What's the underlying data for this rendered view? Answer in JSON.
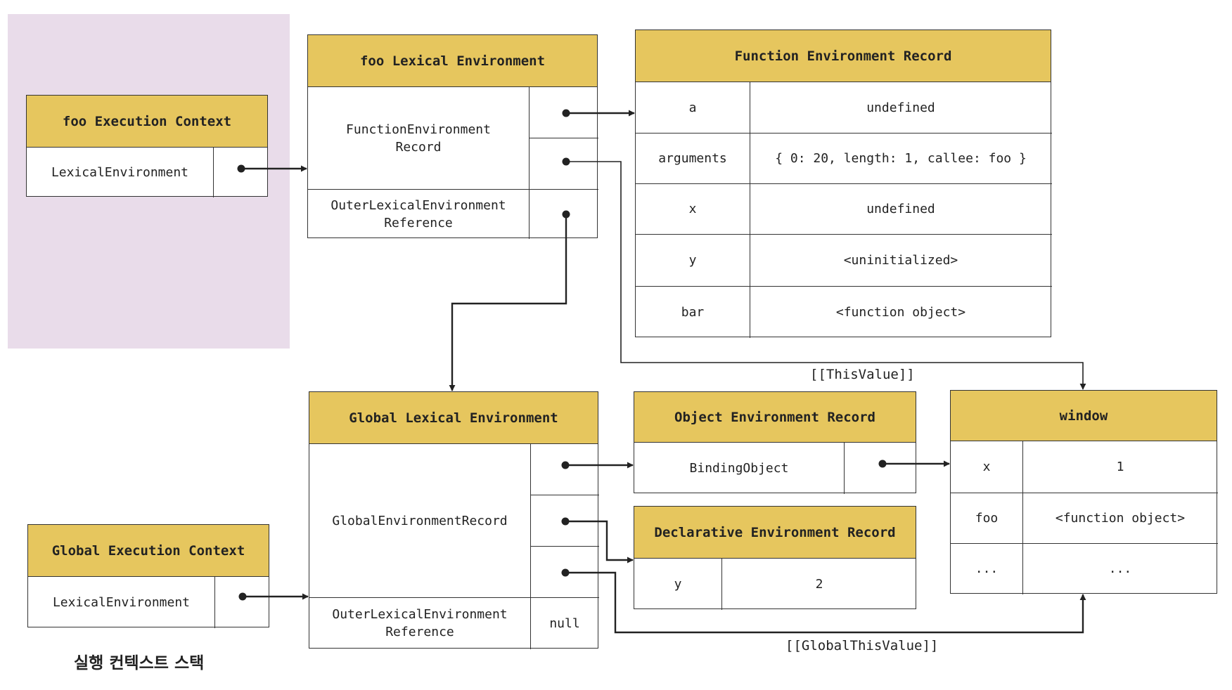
{
  "stack_label": "실행 컨텍스트 스택",
  "foo_execution_context": {
    "title": "foo Execution Context",
    "field": "LexicalEnvironment"
  },
  "global_execution_context": {
    "title": "Global Execution Context",
    "field": "LexicalEnvironment"
  },
  "foo_lexical_environment": {
    "title": "foo Lexical Environment",
    "record_label": "FunctionEnvironment\nRecord",
    "outer_label": "OuterLexicalEnvironment\nReference"
  },
  "function_environment_record": {
    "title": "Function Environment Record",
    "rows": [
      {
        "name": "a",
        "value": "undefined"
      },
      {
        "name": "arguments",
        "value": "{ 0: 20, length: 1, callee: foo }"
      },
      {
        "name": "x",
        "value": "undefined"
      },
      {
        "name": "y",
        "value": "<uninitialized>"
      },
      {
        "name": "bar",
        "value": "<function object>"
      }
    ]
  },
  "global_lexical_environment": {
    "title": "Global Lexical Environment",
    "record_label": "GlobalEnvironmentRecord",
    "outer_label": "OuterLexicalEnvironment\nReference",
    "outer_value": "null"
  },
  "object_environment_record": {
    "title": "Object Environment Record",
    "field": "BindingObject"
  },
  "declarative_environment_record": {
    "title": "Declarative Environment Record",
    "rows": [
      {
        "name": "y",
        "value": "2"
      }
    ]
  },
  "window": {
    "title": "window",
    "rows": [
      {
        "name": "x",
        "value": "1"
      },
      {
        "name": "foo",
        "value": "<function object>"
      },
      {
        "name": "...",
        "value": "..."
      }
    ]
  },
  "edge_labels": {
    "this_value": "[[ThisValue]]",
    "global_this_value": "[[GlobalThisValue]]"
  }
}
